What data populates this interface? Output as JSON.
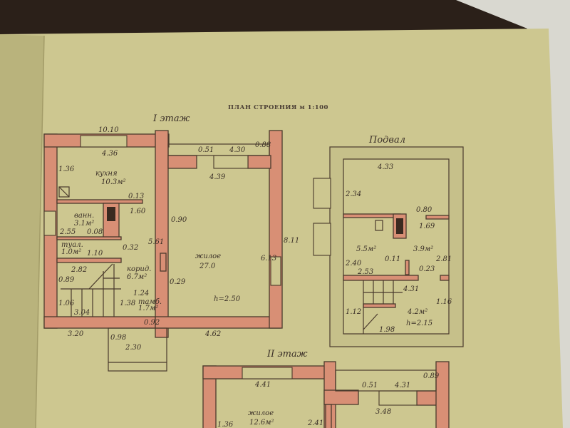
{
  "document": {
    "title": "ПЛАН СТРОЕНИЯ м 1:100",
    "colors": {
      "paper": "#cdc790",
      "wall": "#d88f75",
      "ink": "#3b3028"
    }
  },
  "floor1": {
    "heading": "I этаж",
    "dims": {
      "top_overall": "10.10",
      "kitchen_width": "4.36",
      "left_side": "1.36",
      "opening": "0.51",
      "veranda_width": "4.30",
      "veranda_depth": "0.88",
      "hall_width": "4.39",
      "kitchen_bath": "0.13",
      "corridor_len": "1.60",
      "hall_door": "0.90",
      "bath_width": "2.55",
      "bath_b": "0.08",
      "wc_a": "1.10",
      "wc_b": "0.32",
      "stair_width": "2.82",
      "corridor_side": "5.61",
      "stair_side": "0.89",
      "stair_side2": "1.06",
      "stair_len": "3.04",
      "hall_door2": "0.29",
      "hall_depth": "6.13",
      "right_side": "8.11",
      "tambour_w": "1.24",
      "tambour_d": "1.38",
      "tambour_door": "0.92",
      "bottom_left": "3.20",
      "bottom_right": "4.62",
      "porch": "2.30",
      "porch_side": "0.98"
    },
    "rooms": {
      "kitchen": "кухня",
      "kitchen_area": "10.3м²",
      "bath": "ванн.",
      "bath_area": "3.1м²",
      "wc": "туал.",
      "wc_area": "1.0м²",
      "corridor": "корид.",
      "corridor_area": "6.7м²",
      "living": "жилое",
      "living_area": "27.0",
      "tambour": "тамб.",
      "tambour_area": "1.7м²",
      "height": "h=2.50"
    }
  },
  "basement": {
    "heading": "Подвал",
    "dims": {
      "top": "4.33",
      "side_a": "2.34",
      "door_a": "0.80",
      "d_b": "1.69",
      "side_c": "2.40",
      "side_d": "2.81",
      "d_e": "0.11",
      "d_f": "0.23",
      "width_g": "2.53",
      "width_h": "4.31",
      "side_i": "1.12",
      "side_j": "1.16",
      "bottom": "1.98"
    },
    "rooms": {
      "room_a_area": "5.5м²",
      "room_b_area": "3.9м²",
      "room_c_area": "4.2м²",
      "height": "h=2.15"
    }
  },
  "floor2": {
    "heading": "II этаж",
    "dims": {
      "room_width": "4.41",
      "left_side": "1.36",
      "partition": "2.41",
      "opening": "0.51",
      "veranda_width": "4.31",
      "veranda_depth": "0.89",
      "hall_width": "3.48"
    },
    "rooms": {
      "living": "жилое",
      "living_area": "12.6м²"
    }
  }
}
